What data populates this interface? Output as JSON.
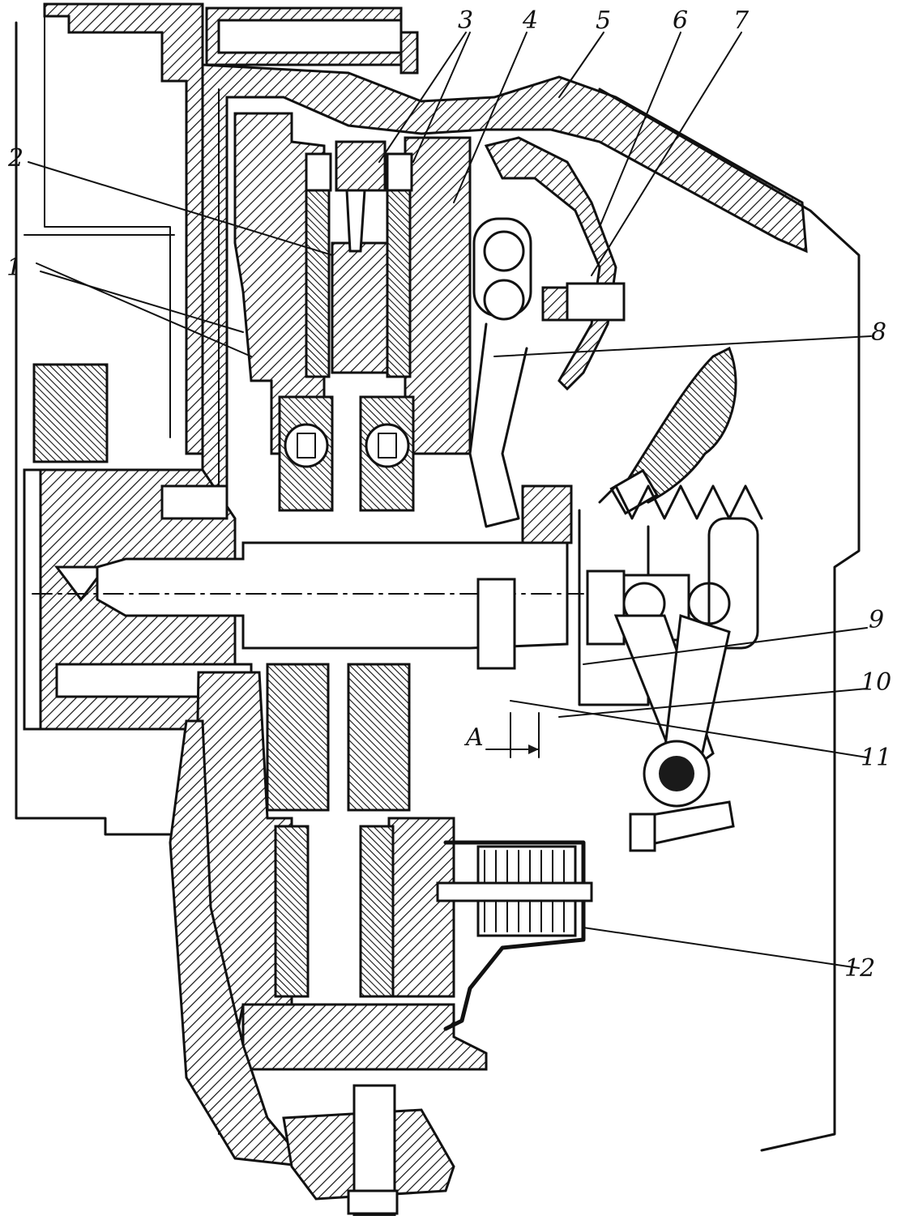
{
  "figure": {
    "callouts": [
      {
        "id": "c1",
        "label": "1"
      },
      {
        "id": "c2",
        "label": "2"
      },
      {
        "id": "c3",
        "label": "3"
      },
      {
        "id": "c4",
        "label": "4"
      },
      {
        "id": "c5",
        "label": "5"
      },
      {
        "id": "c6",
        "label": "6"
      },
      {
        "id": "c7",
        "label": "7"
      },
      {
        "id": "c8",
        "label": "8"
      },
      {
        "id": "c9",
        "label": "9"
      },
      {
        "id": "c10",
        "label": "10"
      },
      {
        "id": "c11",
        "label": "11"
      },
      {
        "id": "c12",
        "label": "12"
      }
    ],
    "dimension_label": "A"
  }
}
